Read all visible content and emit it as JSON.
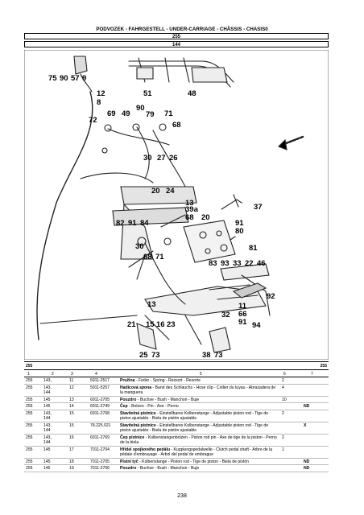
{
  "header": {
    "title": "PODVOZEK - FAHRGESTELL - UNDER-CARRIAGE - CHÂSSIS - CHASIS0",
    "group": "255",
    "subgroup": "144"
  },
  "drawing": {
    "callouts": [
      "75",
      "90",
      "57",
      "9",
      "51",
      "48",
      "12",
      "8",
      "69",
      "49",
      "90",
      "71",
      "72",
      "79",
      "68",
      "30",
      "27",
      "26",
      "20",
      "24",
      "13",
      "39a",
      "68",
      "20",
      "82",
      "91",
      "84",
      "37",
      "91",
      "80",
      "81",
      "30",
      "68",
      "71",
      "83",
      "93",
      "33",
      "22",
      "46",
      "92",
      "11",
      "66",
      "13",
      "21",
      "15",
      "16",
      "23",
      "32",
      "91",
      "94",
      "25",
      "73",
      "38",
      "73"
    ]
  },
  "table": {
    "ref_left": "255",
    "ref_right": "255",
    "columns": [
      "1",
      "2",
      "3",
      "4",
      "5",
      "6",
      "7"
    ],
    "rows": [
      {
        "c1": "255",
        "c2": "143,",
        "c3": "11",
        "c4": "5911-2517",
        "name": "Pružina",
        "desc": " - Feder - Spring - Ressort - Resorte",
        "qty": "2",
        "note": ""
      },
      {
        "c1": "255",
        "c2": "143,\n144",
        "c3": "12",
        "c4": "5911-5257",
        "name": "Hadicová spona",
        "desc": " - Band des Schlauchs - Hose clip - Collier du tuyau - Abrazadera de la manguera",
        "qty": "4",
        "note": ""
      },
      {
        "c1": "255",
        "c2": "145",
        "c3": "13",
        "c4": "6911-2705",
        "name": "Pouzdro",
        "desc": " - Buchse - Bush - Manchon - Buje",
        "qty": "10",
        "note": ""
      },
      {
        "c1": "255",
        "c2": "145",
        "c3": "14",
        "c4": "6911-2749",
        "name": "Čep",
        "desc": " - Bolzen - Pin - Axe - Perno",
        "qty": "",
        "note": "ND"
      },
      {
        "c1": "255",
        "c2": "143,\n144",
        "c3": "15",
        "c4": "6911-2768",
        "name": "Stavitelná pístnice",
        "desc": " - Einstellbares Kolbenstange - Adjustable piston rod - Tige de piston ajustable - Biela de pistón ajustable",
        "qty": "2",
        "note": ""
      },
      {
        "c1": "255",
        "c2": "143,\n144",
        "c3": "15",
        "c4": "78.225.021",
        "name": "Stavitelná pístnice",
        "desc": " - Einstellbares Kolbenstange - Adjustable piston rod - Tige de piston ajustable - Biela de pistón ajustable",
        "qty": "",
        "note": "X"
      },
      {
        "c1": "255",
        "c2": "143,\n144",
        "c3": "16",
        "c4": "6911-2769",
        "name": "Čep pístnice",
        "desc": " - Kolbenstangenbolzen - Piston rod pin - Axe de tige de la piston - Perno de la biela",
        "qty": "2",
        "note": ""
      },
      {
        "c1": "255",
        "c2": "145",
        "c3": "17",
        "c4": "7011-2704",
        "name": "Hřídel spojkového pedálu",
        "desc": " - Kupplungspedalwelle - Clutch pedal shaft - Arbre de la pédale d'embrayage - Árbol del pedal de embrague",
        "qty": "1",
        "note": ""
      },
      {
        "c1": "255",
        "c2": "145",
        "c3": "18",
        "c4": "7011-2705",
        "name": "Pístní tyč",
        "desc": " - Kolbenstange - Piston rod - Tige de piston - Biela de pistón",
        "qty": "",
        "note": "ND"
      },
      {
        "c1": "255",
        "c2": "145",
        "c3": "19",
        "c4": "7011-2706",
        "name": "Pouzdro",
        "desc": " - Buchse - Bush - Manchon - Buje",
        "qty": "",
        "note": "ND"
      }
    ]
  },
  "page_number": "238"
}
